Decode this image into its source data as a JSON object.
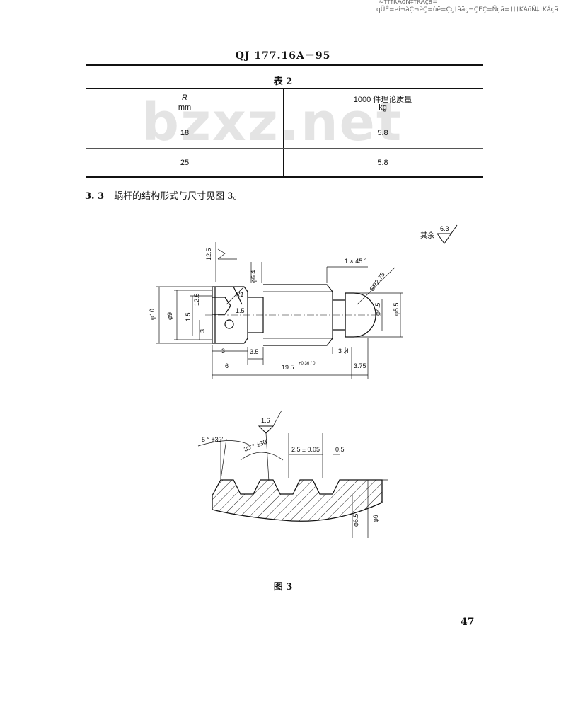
{
  "header_garble": {
    "line1": "≈†††KÁõÑ‡†KÁçã=",
    "line2": "qÜÊ=eí¬åÇ¬èÇ=ùë=Çç†âäç¬ÇËÇ=Ñçã=†††KÁõÑ‡†KÁçã"
  },
  "doc": {
    "standard_code": "QJ 177.16A－95",
    "table_caption": "表 2",
    "watermark": "bzxz.net",
    "clause_number": "3. 3",
    "clause_text": "蜗杆的结构形式与尺寸见图 3。",
    "figure_caption": "图 3",
    "page_number": "47"
  },
  "table": {
    "col1_header": "R",
    "col1_unit": "mm",
    "col2_header": "1000 件理论质量",
    "col2_unit": "kg",
    "rows": [
      {
        "r": "18",
        "mass": "5.8"
      },
      {
        "r": "25",
        "mass": "5.8"
      }
    ]
  },
  "drawing": {
    "roughness_rest_label": "其余",
    "roughness_rest": "6.3",
    "dims": {
      "r12_5_top": "12.5",
      "dia_6_4": "φ6.4",
      "chamfer": "1 × 45 °",
      "sr": "SR2.75",
      "dia_10": "φ10",
      "dia_9": "φ9",
      "dim_1_5": "1.5",
      "r12_5_left": "12.5",
      "r1": "R1",
      "dim_1_5b": "1.5",
      "dim_3_left": "3",
      "dim_4_5": "φ4.5",
      "dim_5_5": "φ5.5",
      "b3": "3",
      "b3_5": "3.5",
      "b3_4": "3 .4",
      "b6": "6",
      "b19_5": "19.5",
      "b19_5_tol": "+0.36 / 0",
      "b3_75": "3.75"
    },
    "thread": {
      "roughness": "1.6",
      "angle5": "5 °  ±30'",
      "angle30": "30 ° ±30'",
      "pitch": "2.5 ± 0.05",
      "gap": "0.5",
      "dia_6_5": "φ6.5",
      "dia_9": "φ9"
    }
  }
}
